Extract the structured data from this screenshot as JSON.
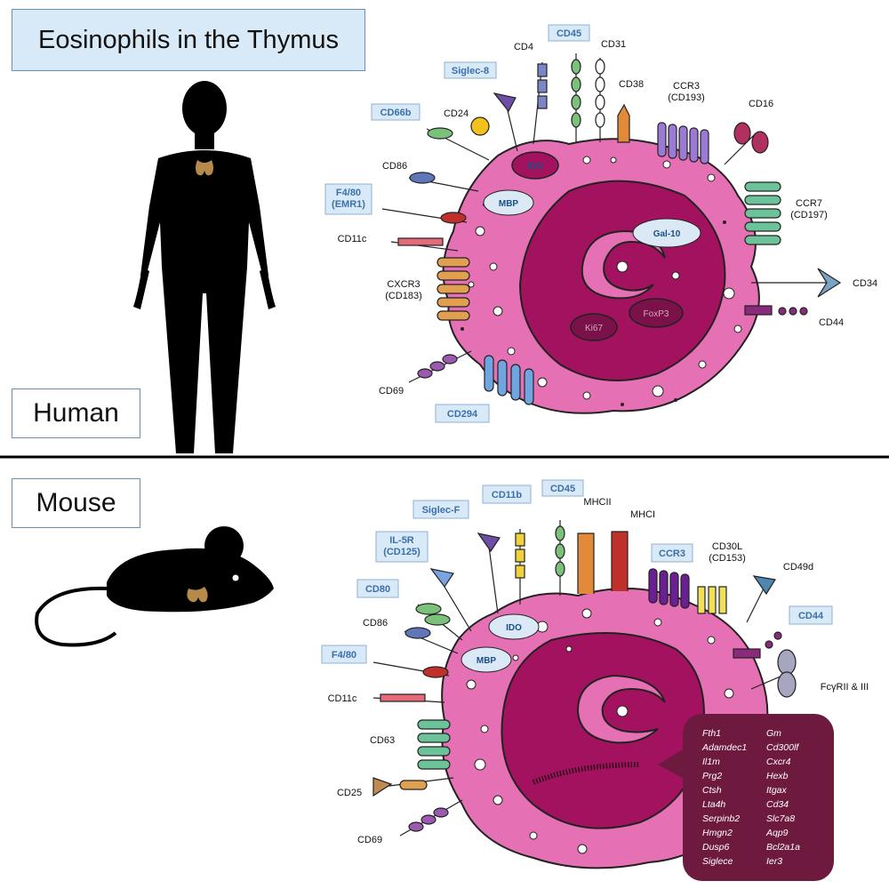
{
  "title": "Eosinophils in the Thymus",
  "human": {
    "label": "Human",
    "markers_highlighted": [
      "CD45",
      "Siglec-8",
      "CD66b",
      "F4/80\n(EMR1)",
      "CD294"
    ],
    "markers_plain": [
      "CD4",
      "CD31",
      "CD38",
      "CCR3\n(CD193)",
      "CD24",
      "CD16",
      "CD86",
      "CCR7\n(CD197)",
      "CD11c",
      "CD34",
      "CXCR3\n(CD183)",
      "CD44",
      "CD69"
    ],
    "internal": [
      "IDO",
      "MBP",
      "Gal-10",
      "Ki67",
      "FoxP3"
    ]
  },
  "mouse": {
    "label": "Mouse",
    "markers_highlighted": [
      "Siglec-F",
      "CD11b",
      "CD45",
      "IL-5R\n(CD125)",
      "CCR3",
      "CD80",
      "CD44",
      "F4/80"
    ],
    "markers_plain": [
      "MHCII",
      "MHCI",
      "CD30L\n(CD153)",
      "CD49d",
      "CD86",
      "FcγRII & III",
      "CD11c",
      "CD63",
      "CD25",
      "CD69"
    ],
    "internal": [
      "IDO",
      "MBP"
    ],
    "genes_left": [
      "Fth1",
      "Adamdec1",
      "Il1m",
      "Prg2",
      "Ctsh",
      "Lta4h",
      "Serpinb2",
      "Hmgn2",
      "Dusp6",
      "Siglece"
    ],
    "genes_right": [
      "Gm",
      "Cd300lf",
      "Cxcr4",
      "Hexb",
      "Itgax",
      "Cd34",
      "Slc7a8",
      "Aqp9",
      "Bcl2a1a",
      "Ier3"
    ]
  },
  "colors": {
    "cytoplasm": "#e670b4",
    "nucleus": "#a2125f",
    "highlight_box": "#d8e9f8",
    "gene_box": "#6e1a3f",
    "silhouette": "#000000",
    "thymus": "#b58a4a"
  }
}
